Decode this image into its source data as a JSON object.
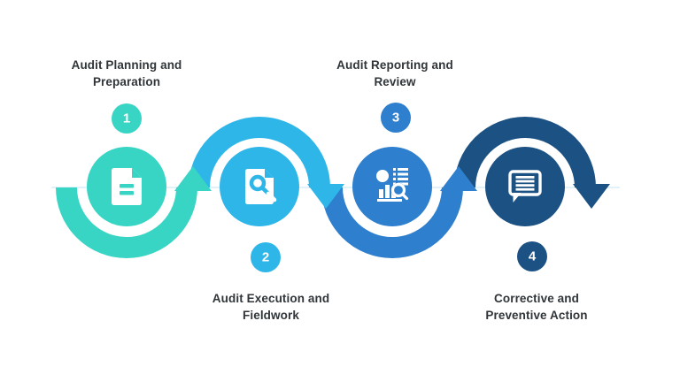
{
  "diagram_name": "Audit Process Flow",
  "background_color": "#ffffff",
  "baseline_color": "#d9eef8",
  "text_color": "#303539",
  "steps": [
    {
      "number": "1",
      "label_line1": "Audit Planning and",
      "label_line2": "Preparation",
      "icon": "document-icon",
      "color": "#38d5c5",
      "label_position": "top",
      "arc": "bottom",
      "arrow": "up"
    },
    {
      "number": "2",
      "label_line1": "Audit Execution and",
      "label_line2": "Fieldwork",
      "icon": "document-search-icon",
      "color": "#2fb6e9",
      "label_position": "bottom",
      "arc": "top",
      "arrow": "down"
    },
    {
      "number": "3",
      "label_line1": "Audit Reporting and",
      "label_line2": "Review",
      "icon": "analytics-chart-icon",
      "color": "#2e7fce",
      "label_position": "top",
      "arc": "bottom",
      "arrow": "up"
    },
    {
      "number": "4",
      "label_line1": "Corrective and",
      "label_line2": "Preventive Action",
      "icon": "chat-message-icon",
      "color": "#1c5183",
      "label_position": "bottom",
      "arc": "top",
      "arrow": "down"
    }
  ]
}
